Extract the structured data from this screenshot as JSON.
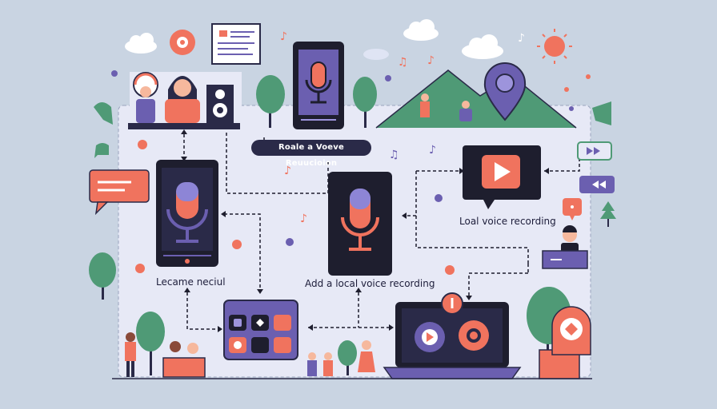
{
  "labels": {
    "top_pill": "Roale a Voeve Reuucioion",
    "left_phone": "Lecame neciul",
    "center_phone": "Add a local voice recording",
    "right_screen": "Loal voice recording"
  },
  "colors": {
    "background": "#c9d4e2",
    "panel": "#e7e9f6",
    "dark": "#1e1e2e",
    "purple": "#6b5fb0",
    "coral": "#f0735e",
    "green": "#4f9a76"
  },
  "icons": [
    "microphone-icon",
    "play-icon",
    "gear-icon",
    "map-pin-icon",
    "chat-bubble-icon",
    "music-note-icon",
    "sun-icon",
    "cloud-icon",
    "speaker-icon",
    "laptop-icon"
  ]
}
